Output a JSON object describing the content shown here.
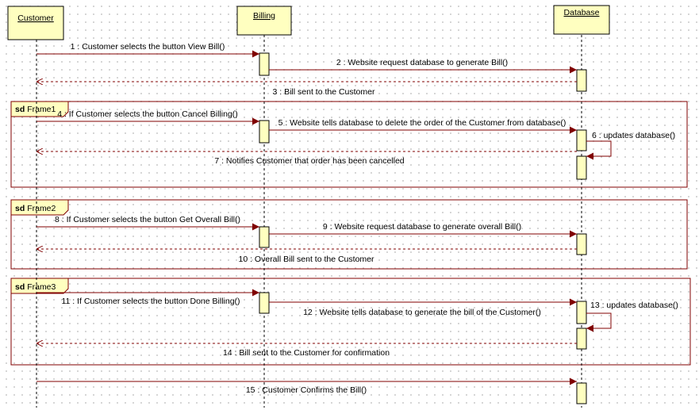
{
  "lifelines": [
    {
      "id": "customer",
      "name": "Customer"
    },
    {
      "id": "billing",
      "name": "Billing"
    },
    {
      "id": "database",
      "name": "Database"
    }
  ],
  "frames": [
    {
      "keyword": "sd",
      "name": "Frame1"
    },
    {
      "keyword": "sd",
      "name": "Frame2"
    },
    {
      "keyword": "sd",
      "name": "Frame3"
    }
  ],
  "messages": [
    {
      "label": "1 : Customer selects the button View Bill()",
      "kind": "sync"
    },
    {
      "label": "2 : Website request database to generate Bill()",
      "kind": "sync"
    },
    {
      "label": "3 : Bill sent to the Customer",
      "kind": "return"
    },
    {
      "label": "4 : If Customer selects the button Cancel Billing()",
      "kind": "sync"
    },
    {
      "label": "5 : Website tells database to delete the order of the Customer from database()",
      "kind": "sync"
    },
    {
      "label": "6 : updates database()",
      "kind": "self"
    },
    {
      "label": "7 : Notifies Customer that order has been cancelled",
      "kind": "return"
    },
    {
      "label": "8 : If Customer selects the button Get Overall Bill()",
      "kind": "sync"
    },
    {
      "label": "9 : Website request database to generate overall Bill()",
      "kind": "sync"
    },
    {
      "label": "10 : Overall Bill sent to the Customer",
      "kind": "return"
    },
    {
      "label": "11 : If Customer selects the button Done Billing()",
      "kind": "sync"
    },
    {
      "label": "12 : Website tells database to generate the bill of the Customer()",
      "kind": "sync"
    },
    {
      "label": "13 : updates database()",
      "kind": "self"
    },
    {
      "label": "14 : Bill sent to the Customer for confirmation",
      "kind": "return"
    },
    {
      "label": "15 : Customer Confirms the Bill()",
      "kind": "sync"
    }
  ],
  "colors": {
    "lifeline_fill": "#ffffc0",
    "frame_border": "#800000",
    "arrow": "#800000",
    "text": "#000000"
  }
}
